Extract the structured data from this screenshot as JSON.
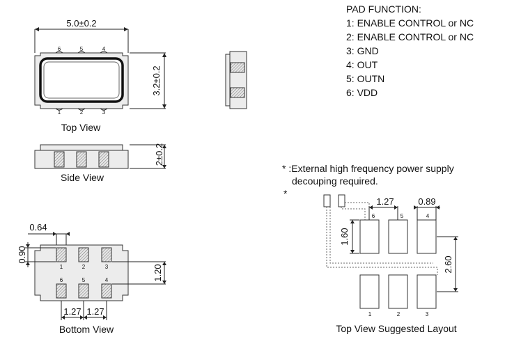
{
  "top_view": {
    "label": "Top View",
    "width_dim": "5.0±0.2",
    "height_dim": "3.2±0.2",
    "top_pins": [
      "6",
      "5",
      "4"
    ],
    "bottom_pins": [
      "1",
      "2",
      "3"
    ]
  },
  "side_view": {
    "label": "Side View",
    "height_dim": "2±0.2"
  },
  "bottom_view": {
    "label": "Bottom View",
    "pad_width_dim": "0.64",
    "pad_height_dim": "0.90",
    "pad_spacing_dim": "1.20",
    "pitch_left": "1.27",
    "pitch_right": "1.27",
    "upper_pins": [
      "1",
      "2",
      "3"
    ],
    "lower_pins": [
      "6",
      "5",
      "4"
    ]
  },
  "pad_function": {
    "title": "PAD FUNCTION:",
    "items": [
      "1: ENABLE CONTROL or NC",
      "2: ENABLE CONTROL or NC",
      "3: GND",
      "4: OUT",
      "5: OUTN",
      "6: VDD"
    ]
  },
  "note": {
    "line1": "* :External high frequency power supply",
    "line2": "decouping required.",
    "marker": "*"
  },
  "suggested_layout": {
    "label": "Top View Suggested Layout",
    "pitch_dim": "1.27",
    "pad_width_dim": "0.89",
    "pad_height_dim": "1.60",
    "row_spacing_dim": "2.60",
    "top_pins": [
      "6",
      "5",
      "4"
    ],
    "bottom_pins": [
      "1",
      "2",
      "3"
    ]
  }
}
